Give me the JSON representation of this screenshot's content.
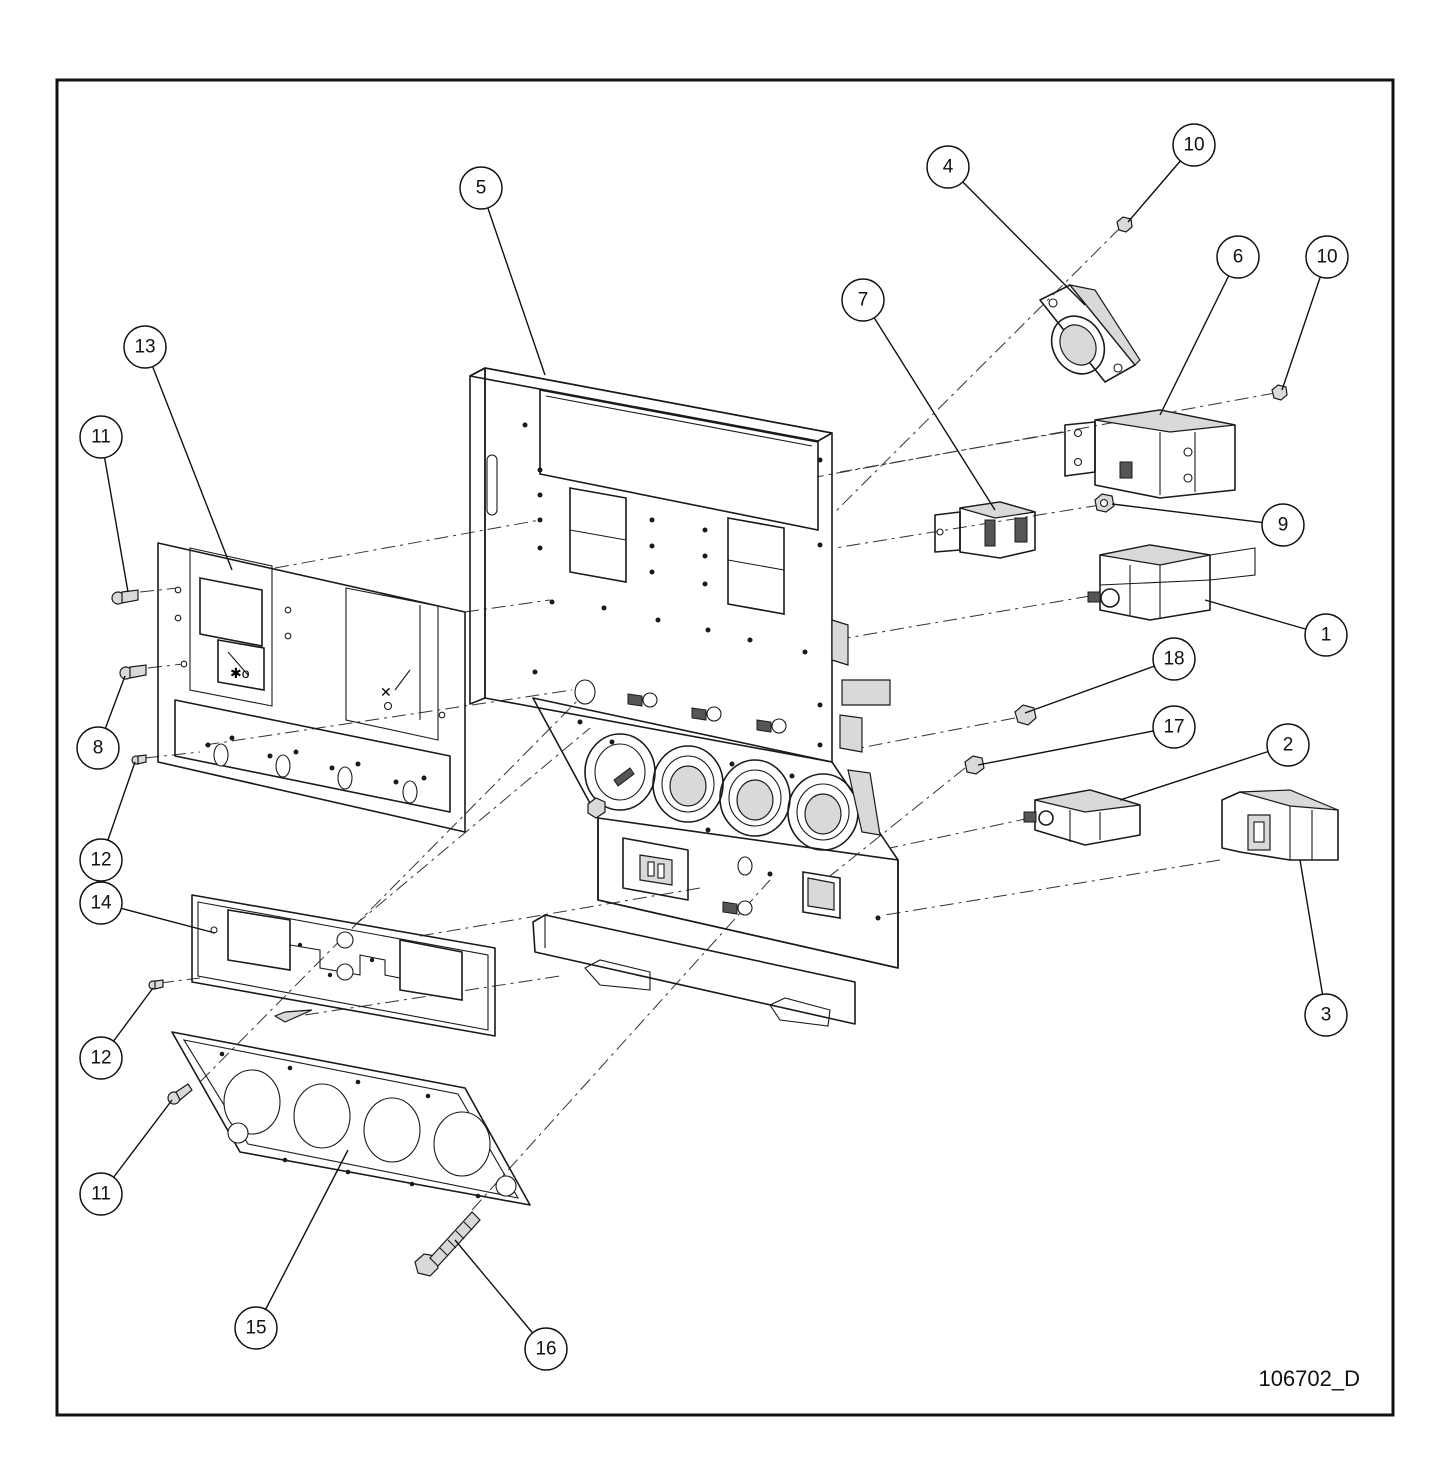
{
  "drawing_number": "106702_D",
  "callouts": [
    {
      "id": "c1",
      "label": "1"
    },
    {
      "id": "c2",
      "label": "2"
    },
    {
      "id": "c3",
      "label": "3"
    },
    {
      "id": "c4",
      "label": "4"
    },
    {
      "id": "c5",
      "label": "5"
    },
    {
      "id": "c6",
      "label": "6"
    },
    {
      "id": "c7",
      "label": "7"
    },
    {
      "id": "c8",
      "label": "8"
    },
    {
      "id": "c9",
      "label": "9"
    },
    {
      "id": "c10a",
      "label": "10"
    },
    {
      "id": "c10b",
      "label": "10"
    },
    {
      "id": "c11a",
      "label": "11"
    },
    {
      "id": "c11b",
      "label": "11"
    },
    {
      "id": "c12a",
      "label": "12"
    },
    {
      "id": "c12b",
      "label": "12"
    },
    {
      "id": "c13",
      "label": "13"
    },
    {
      "id": "c14",
      "label": "14"
    },
    {
      "id": "c15",
      "label": "15"
    },
    {
      "id": "c16",
      "label": "16"
    },
    {
      "id": "c17",
      "label": "17"
    },
    {
      "id": "c18",
      "label": "18"
    }
  ]
}
